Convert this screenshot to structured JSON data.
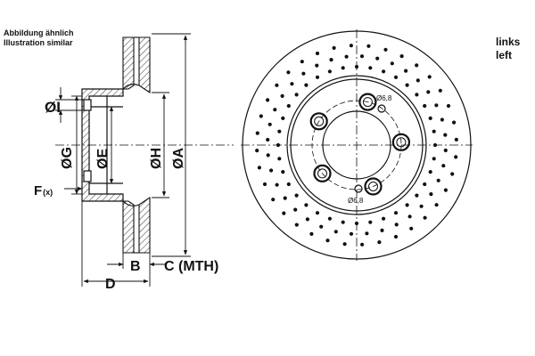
{
  "notes": {
    "de": "Abbildung ähnlich",
    "en": "Illustration similar",
    "side_de": "links",
    "side_en": "left"
  },
  "dimensions": {
    "I": "ØI",
    "G": "ØG",
    "E": "ØE",
    "H": "ØH",
    "A": "ØA",
    "F": "F",
    "F_sub": "(x)",
    "B": "B",
    "C": "C (MTH)",
    "D": "D"
  },
  "holes": {
    "top": "Ø6,8",
    "bottom": "Ø6,8"
  },
  "colors": {
    "line": "#111111",
    "hatch": "#333333",
    "background": "#ffffff"
  }
}
